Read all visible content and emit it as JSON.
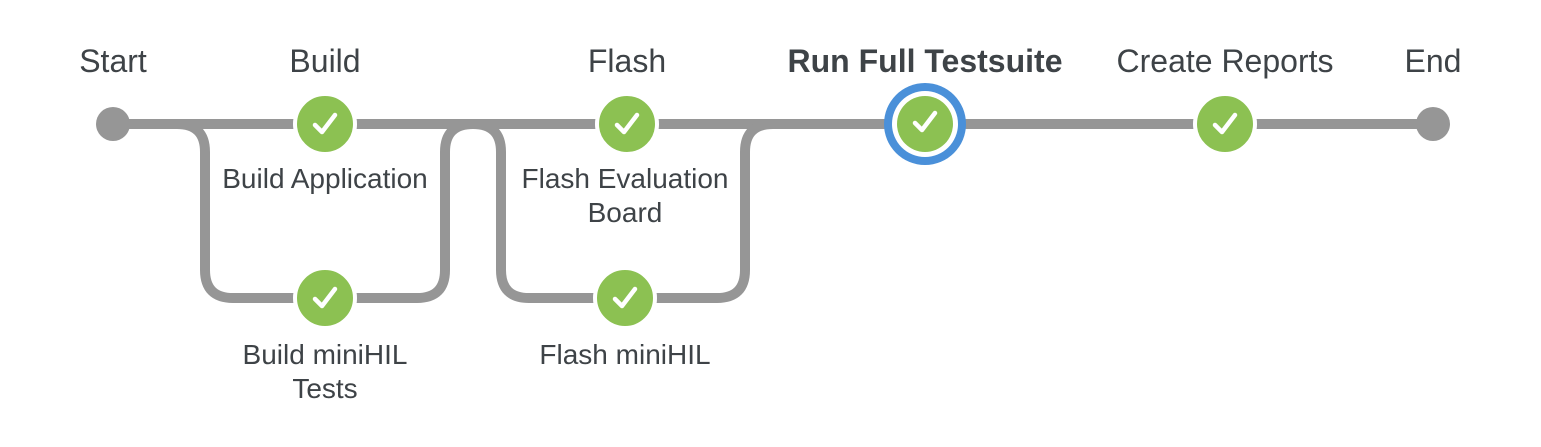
{
  "colors": {
    "line_gray": "#969696",
    "terminal_dot_gray": "#969696",
    "success_green": "#8CC152",
    "selected_ring_blue": "#4A90D9",
    "check_white": "#ffffff",
    "text_dark": "#3E4347",
    "background": "#ffffff"
  },
  "pipeline": {
    "start_label": "Start",
    "end_label": "End",
    "stages": [
      {
        "title": "Build",
        "selected": false,
        "steps": [
          {
            "label": "Build Application",
            "status": "success",
            "icon": "check-icon"
          },
          {
            "label": "Build miniHIL\nTests",
            "status": "success",
            "icon": "check-icon"
          }
        ]
      },
      {
        "title": "Flash",
        "selected": false,
        "steps": [
          {
            "label": "Flash Evaluation\nBoard",
            "status": "success",
            "icon": "check-icon"
          },
          {
            "label": "Flash miniHIL",
            "status": "success",
            "icon": "check-icon"
          }
        ]
      },
      {
        "title": "Run Full Testsuite",
        "selected": true,
        "status": "success",
        "icon": "check-icon",
        "steps": []
      },
      {
        "title": "Create Reports",
        "selected": false,
        "status": "success",
        "icon": "check-icon",
        "steps": []
      }
    ]
  }
}
